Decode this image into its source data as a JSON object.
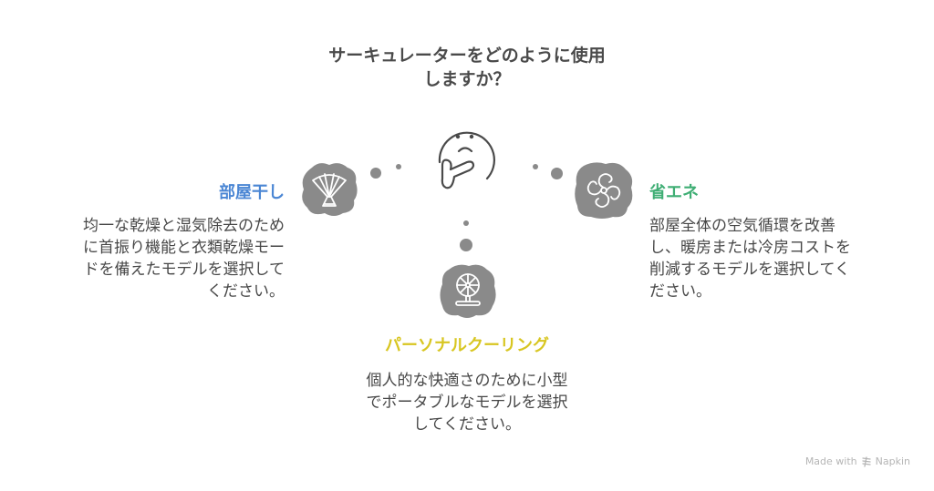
{
  "title": {
    "line1": "サーキュレーターをどのように使用",
    "line2": "しますか？"
  },
  "center_icon": "thinking-face-icon",
  "options": [
    {
      "id": "drying",
      "label": "部屋干し",
      "color": "#4a86d4",
      "icon": "folding-fan-icon",
      "description": [
        "均一な乾燥と湿気除去のため",
        "に首振り機能と衣類乾燥モー",
        "ドを備えたモデルを選択して",
        "ください。"
      ]
    },
    {
      "id": "energy",
      "label": "省エネ",
      "color": "#3fae74",
      "icon": "pinwheel-icon",
      "description": [
        "部屋全体の空気循環を改善",
        "し、暖房または冷房コストを",
        "削減するモデルを選択してく",
        "ださい。"
      ]
    },
    {
      "id": "personal",
      "label": "パーソナルクーリング",
      "color": "#d8c621",
      "icon": "desk-fan-icon",
      "description": [
        "個人的な快適さのために小型",
        "でポータブルなモデルを選択",
        "してください。"
      ]
    }
  ],
  "colors": {
    "blob": "#8a8a8a",
    "text": "#474747"
  },
  "footer": {
    "made_with": "Made with",
    "brand": "Napkin"
  }
}
